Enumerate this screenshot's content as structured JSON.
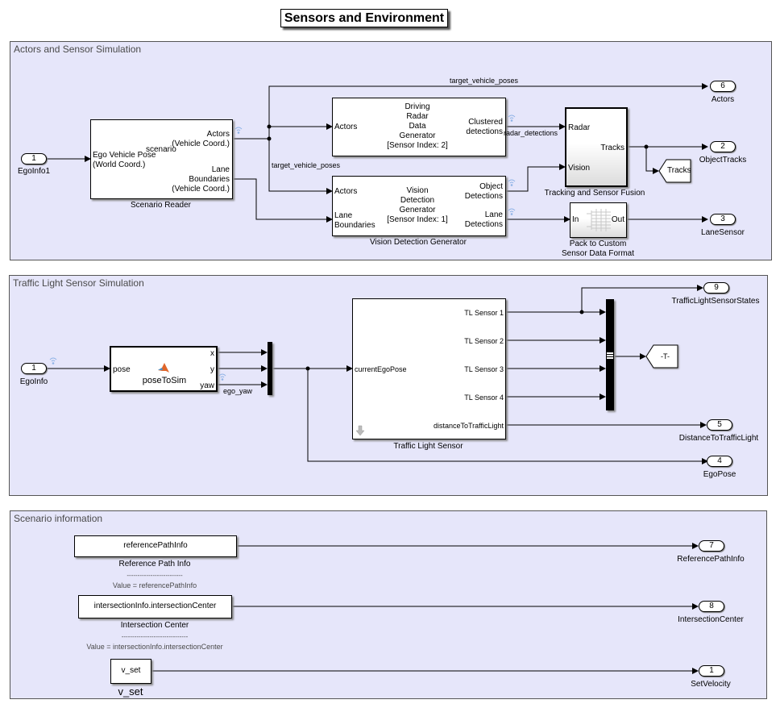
{
  "title": "Sensors and Environment",
  "areas": {
    "actors": "Actors and Sensor Simulation",
    "traffic": "Traffic Light Sensor Simulation",
    "scenario": "Scenario information"
  },
  "actors_area": {
    "inport": {
      "number": "1",
      "name": "EgoInfo1"
    },
    "scenario_reader": {
      "name": "Scenario Reader",
      "in_port": "Ego Vehicle Pose\n(World Coord.)",
      "in_port_line1": "Ego Vehicle Pose",
      "in_port_line2": "(World Coord.)",
      "overlay": "scenario",
      "out_actors_1": "Actors",
      "out_actors_2": "(Vehicle Coord.)",
      "out_lane_1": "Lane",
      "out_lane_2": "Boundaries",
      "out_lane_3": "(Vehicle Coord.)"
    },
    "radar": {
      "lines": [
        "Driving",
        "Radar",
        "Data",
        "Generator",
        "[Sensor Index: 2]"
      ],
      "in_port": "Actors",
      "out_1": "Clustered",
      "out_2": "detections"
    },
    "vision": {
      "name": "Vision Detection Generator",
      "lines": [
        "Vision",
        "Detection",
        "Generator",
        "[Sensor Index: 1]"
      ],
      "in_actors": "Actors",
      "in_lane_1": "Lane",
      "in_lane_2": "Boundaries",
      "out_obj_1": "Object",
      "out_obj_2": "Detections",
      "out_lane_1": "Lane",
      "out_lane_2": "Detections"
    },
    "tracking": {
      "name": "Tracking and Sensor Fusion",
      "in_radar": "Radar",
      "in_vision": "Vision",
      "out_tracks": "Tracks"
    },
    "pack": {
      "name_1": "Pack to Custom",
      "name_2": "Sensor Data Format",
      "in": "In",
      "out": "Out"
    },
    "goto_tracks": "Tracks",
    "signals": {
      "target_top": "target_vehicle_poses",
      "target_mid": "target_vehicle_poses",
      "radar_det": "radar_detections"
    },
    "outports": [
      {
        "number": "6",
        "name": "Actors"
      },
      {
        "number": "2",
        "name": "ObjectTracks"
      },
      {
        "number": "3",
        "name": "LaneSensor"
      }
    ]
  },
  "traffic_area": {
    "inport": {
      "number": "1",
      "name": "EgoInfo"
    },
    "pose_to_sim": {
      "name": "poseToSim",
      "in": "pose",
      "out_x": "x",
      "out_y": "y",
      "out_yaw": "yaw"
    },
    "signal_ego_yaw": "ego_yaw",
    "tl_sensor": {
      "name": "Traffic Light Sensor",
      "in": "currentEgoPose",
      "outs": [
        "TL Sensor 1",
        "TL Sensor 2",
        "TL Sensor 3",
        "TL Sensor 4",
        "distanceToTrafficLight"
      ]
    },
    "goto_t": "-T-",
    "outports": [
      {
        "number": "9",
        "name": "TrafficLightSensorStates"
      },
      {
        "number": "5",
        "name": "DistanceToTrafficLight"
      },
      {
        "number": "4",
        "name": "EgoPose"
      }
    ]
  },
  "scenario_area": {
    "constants": [
      {
        "value": "referencePathInfo",
        "label": "Reference Path Info",
        "sep": "--------------------------",
        "desc": "Value = referencePathInfo"
      },
      {
        "value": "intersectionInfo.intersectionCenter",
        "label": "Intersection Center",
        "sep": "-------------------------------",
        "desc": "Value = intersectionInfo.intersectionCenter"
      },
      {
        "value": "v_set",
        "label": "v_set"
      }
    ],
    "outports": [
      {
        "number": "7",
        "name": "ReferencePathInfo"
      },
      {
        "number": "8",
        "name": "IntersectionCenter"
      },
      {
        "number": "1",
        "name": "SetVelocity"
      }
    ]
  },
  "colors": {
    "area_bg": "#e6e6fa",
    "wifi_icon": "#8fb3e6",
    "matlab_icon": "#e0662a"
  }
}
